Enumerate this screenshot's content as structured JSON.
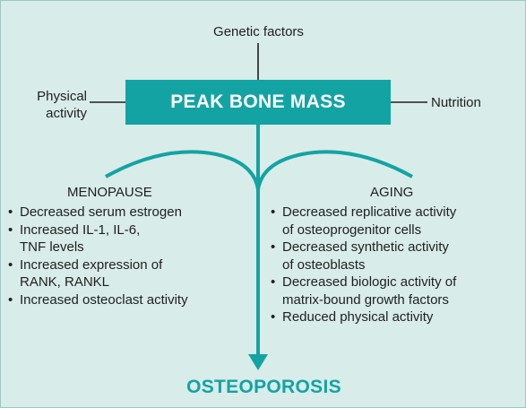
{
  "diagram": {
    "top_factor": "Genetic factors",
    "left_factor": "Physical\nactivity",
    "right_factor": "Nutrition",
    "center_box": "PEAK BONE MASS",
    "outcome": "OSTEOPOROSIS",
    "menopause": {
      "heading": "MENOPAUSE",
      "items": [
        "Decreased serum estrogen",
        "Increased IL-1, IL-6,\nTNF levels",
        "Increased expression of\nRANK, RANKL",
        "Increased osteoclast activity"
      ]
    },
    "aging": {
      "heading": "AGING",
      "items": [
        "Decreased replicative activity\nof osteoprogenitor cells",
        "Decreased synthetic activity\nof osteoblasts",
        "Decreased biologic activity of\nmatrix-bound growth factors",
        "Reduced physical activity"
      ]
    }
  },
  "colors": {
    "background": "#d8ece9",
    "accent": "#14a3a3",
    "text": "#1f1f1f"
  }
}
